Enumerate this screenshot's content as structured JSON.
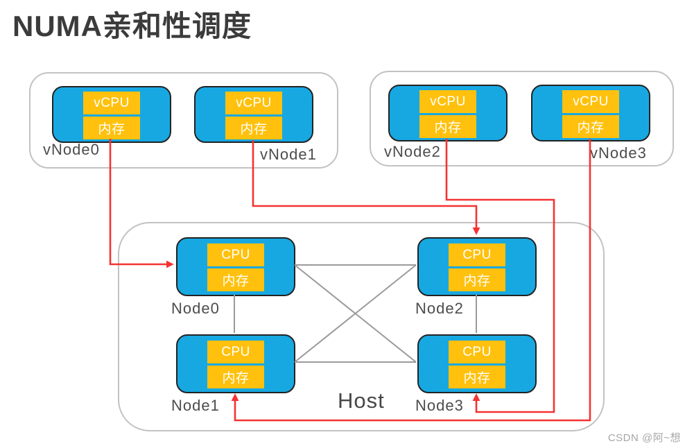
{
  "title": "NUMA亲和性调度",
  "vnode_groups": [
    {
      "name": "vm-left",
      "nodes": [
        {
          "label": "vNode0",
          "cpu_label": "vCPU",
          "mem_label": "内存"
        },
        {
          "label": "vNode1",
          "cpu_label": "vCPU",
          "mem_label": "内存"
        }
      ]
    },
    {
      "name": "vm-right",
      "nodes": [
        {
          "label": "vNode2",
          "cpu_label": "vCPU",
          "mem_label": "内存"
        },
        {
          "label": "vNode3",
          "cpu_label": "vCPU",
          "mem_label": "内存"
        }
      ]
    }
  ],
  "host": {
    "label": "Host",
    "nodes": [
      {
        "label": "Node0",
        "cpu_label": "CPU",
        "mem_label": "内存"
      },
      {
        "label": "Node2",
        "cpu_label": "CPU",
        "mem_label": "内存"
      },
      {
        "label": "Node1",
        "cpu_label": "CPU",
        "mem_label": "内存"
      },
      {
        "label": "Node3",
        "cpu_label": "CPU",
        "mem_label": "内存"
      }
    ]
  },
  "connections": {
    "affinity_arrows": [
      {
        "from": "vNode0",
        "to": "Node0"
      },
      {
        "from": "vNode1",
        "to": "Node2"
      },
      {
        "from": "vNode2",
        "to": "Node3"
      },
      {
        "from": "vNode3",
        "to": "Node1"
      }
    ],
    "host_mesh_links": [
      [
        "Node0",
        "Node2"
      ],
      [
        "Node1",
        "Node3"
      ],
      [
        "Node0",
        "Node3"
      ],
      [
        "Node1",
        "Node2"
      ],
      [
        "Node0",
        "Node1"
      ],
      [
        "Node2",
        "Node3"
      ]
    ]
  },
  "colors": {
    "node_fill": "#17a8e2",
    "cell_fill": "#ffc10d",
    "arrow_red": "#f53232",
    "mesh_gray": "#9a9a9a",
    "title_text": "#3b3b3b",
    "label_text": "#4c4c4c"
  },
  "watermark": "CSDN @阿~想"
}
